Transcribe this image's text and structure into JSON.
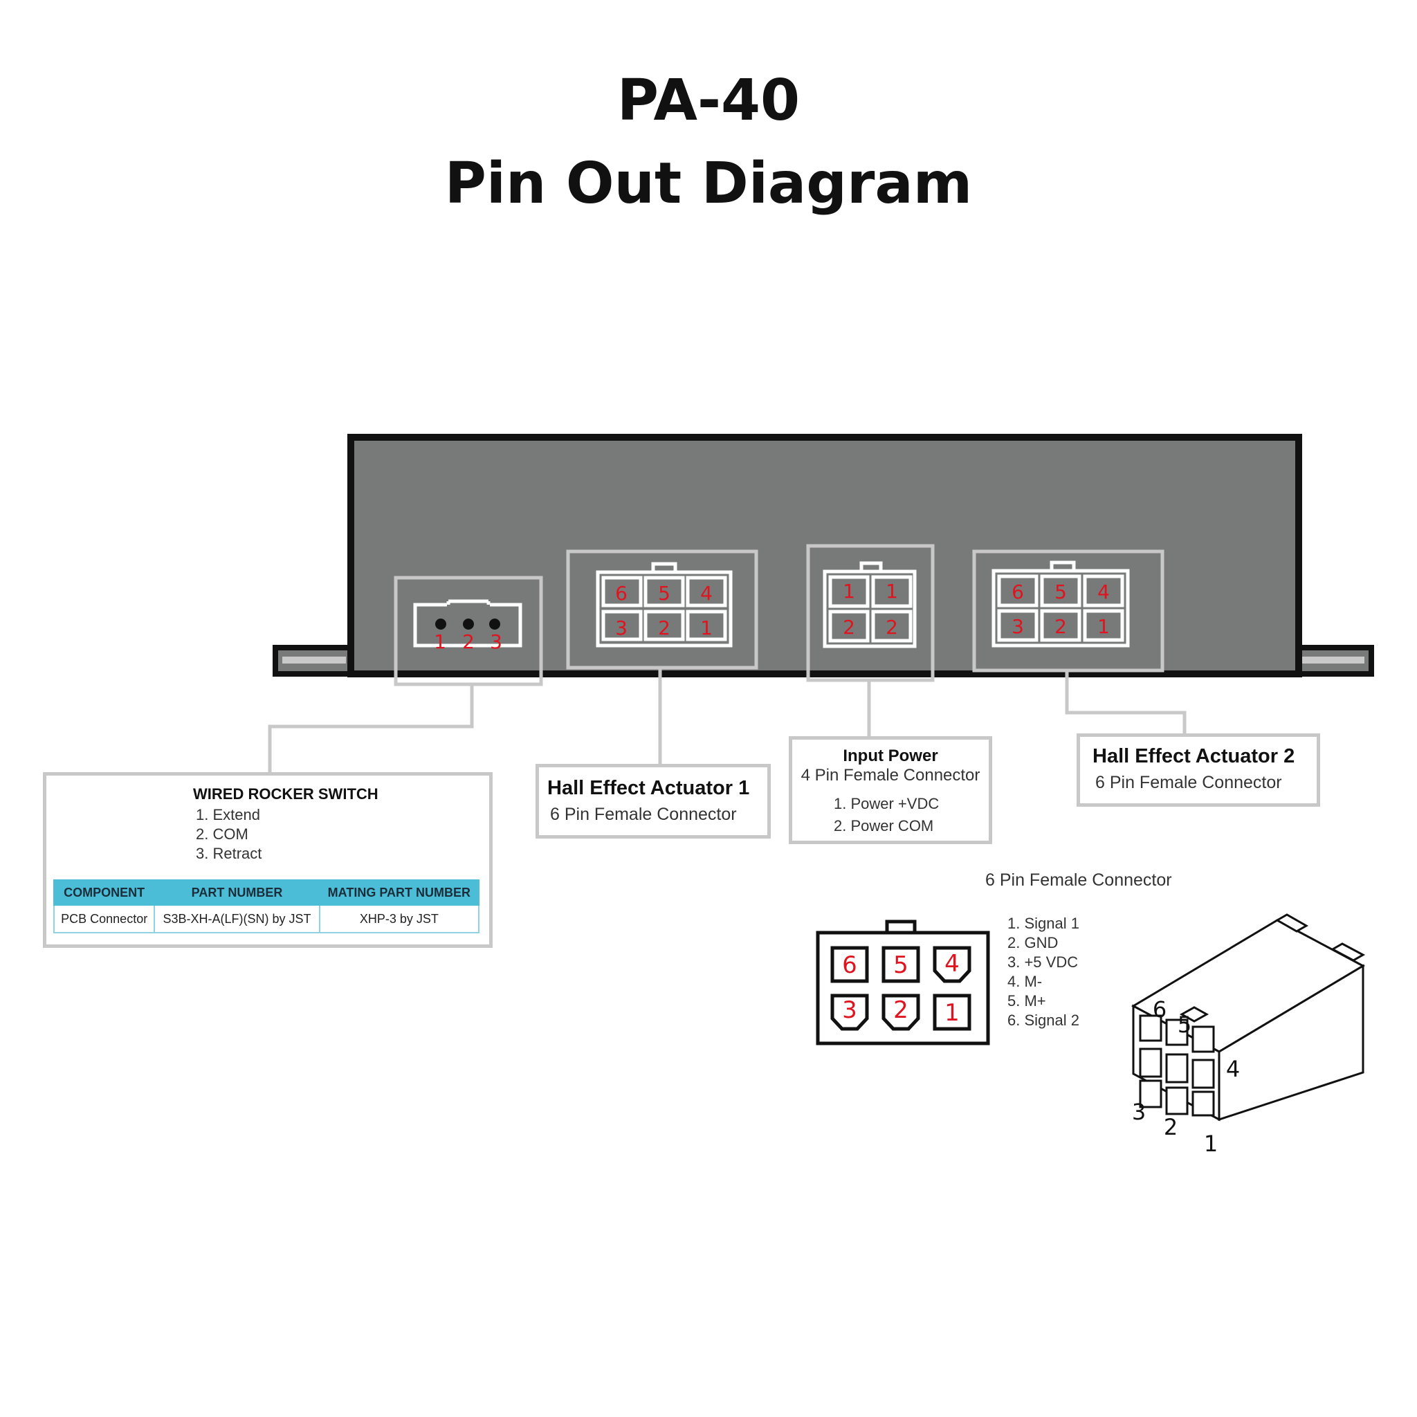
{
  "title": {
    "line1": "PA-40",
    "line2": "Pin Out Diagram"
  },
  "colors": {
    "enclosure": "#777a79",
    "pin_number": "#e0141e",
    "callout_border": "#c8c8c8",
    "table_header": "#4bbdd6"
  },
  "housing": {
    "switch_pins": [
      "1",
      "2",
      "3"
    ],
    "hall1_top": [
      "6",
      "5",
      "4"
    ],
    "hall1_bottom": [
      "3",
      "2",
      "1"
    ],
    "power_top": [
      "1",
      "1"
    ],
    "power_bottom": [
      "2",
      "2"
    ],
    "hall2_top": [
      "6",
      "5",
      "4"
    ],
    "hall2_bottom": [
      "3",
      "2",
      "1"
    ]
  },
  "rocker": {
    "title": "WIRED ROCKER SWITCH",
    "pins": [
      "1. Extend",
      "2. COM",
      "3. Retract"
    ],
    "table": {
      "headers": [
        "COMPONENT",
        "PART NUMBER",
        "MATING PART NUMBER"
      ],
      "row": [
        "PCB Connector",
        "S3B-XH-A(LF)(SN) by JST",
        "XHP-3 by JST"
      ]
    }
  },
  "hall1": {
    "title": "Hall Effect Actuator 1",
    "subtitle": "6 Pin Female Connector"
  },
  "power": {
    "title": "Input Power",
    "subtitle": "4 Pin Female Connector",
    "pins": [
      "1. Power +VDC",
      "2. Power COM"
    ]
  },
  "hall2": {
    "title": "Hall Effect Actuator 2",
    "subtitle": "6 Pin Female Connector"
  },
  "detail": {
    "title": "6 Pin Female Connector",
    "face_top": [
      "6",
      "5",
      "4"
    ],
    "face_bottom": [
      "3",
      "2",
      "1"
    ],
    "pins": [
      "1. Signal 1",
      "2. GND",
      "3. +5 VDC",
      "4. M-",
      "5. M+",
      "6. Signal 2"
    ],
    "iso_labels": [
      "6",
      "5",
      "4",
      "3",
      "2",
      "1"
    ]
  }
}
